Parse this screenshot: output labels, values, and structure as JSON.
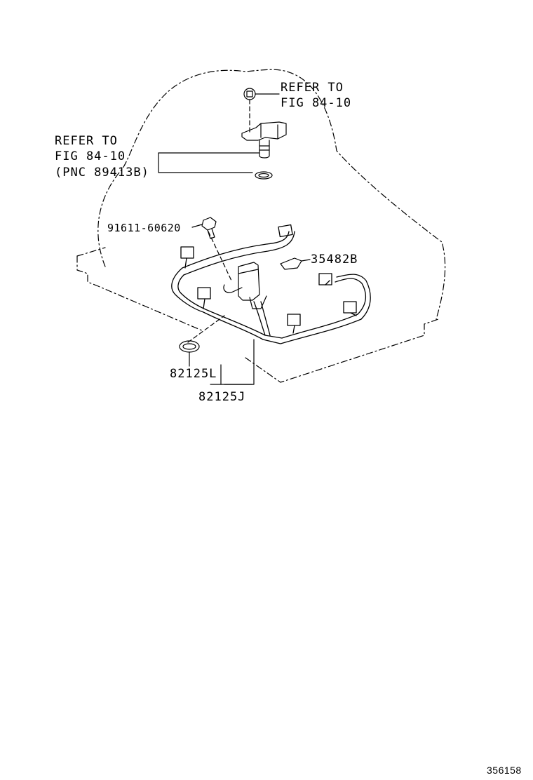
{
  "labels": {
    "refer_top_line1": "REFER TO",
    "refer_top_line2": "FIG 84-10",
    "refer_left_line1": "REFER TO",
    "refer_left_line2": "FIG 84-10",
    "refer_left_line3": "(PNC 89413B)",
    "bolt_part": "91611-60620",
    "clamp_part": "35482B",
    "oring_part": "82125L",
    "harness_part": "82125J"
  },
  "illustration_id": "356158"
}
